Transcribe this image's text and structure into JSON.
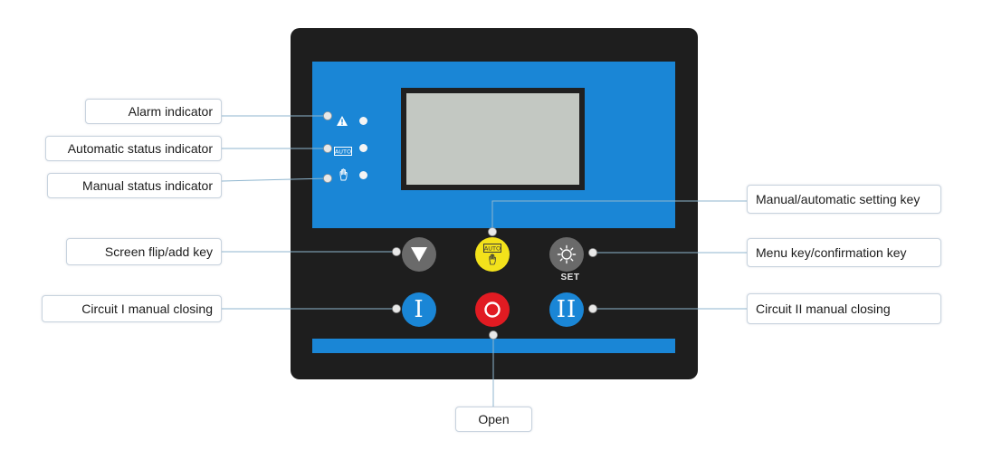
{
  "callouts": {
    "alarm": "Alarm indicator",
    "auto_status": "Automatic status indicator",
    "manual_status": "Manual status indicator",
    "flip": "Screen flip/add key",
    "circuit1": "Circuit I manual closing",
    "manual_auto_key": "Manual/automatic setting key",
    "menu_key": "Menu key/confirmation key",
    "circuit2": "Circuit II manual closing",
    "open": "Open"
  },
  "panel": {
    "auto_badge": "AUTO",
    "set_label": "SET",
    "circuit1_symbol": "I",
    "circuit2_symbol": "II"
  },
  "colors": {
    "panel": "#1e1e1e",
    "accent_blue": "#1a86d6",
    "auto_yellow": "#f3e21b",
    "open_red": "#e11b22",
    "leader_line": "#8fb6cf"
  }
}
